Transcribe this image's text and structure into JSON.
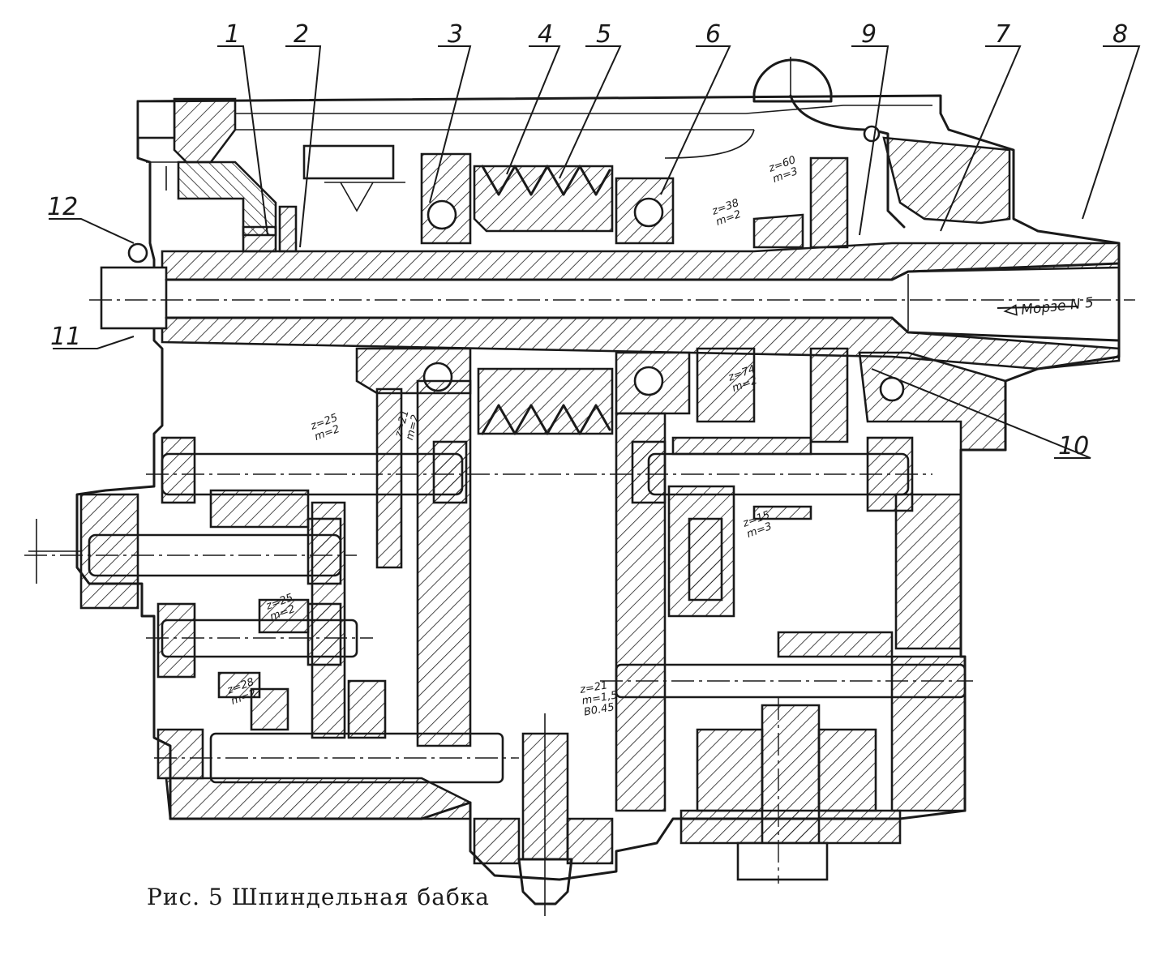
{
  "caption": "Рис. 5 Шпиндельная бабка",
  "callouts": {
    "c1": "1",
    "c2": "2",
    "c3": "3",
    "c4": "4",
    "c5": "5",
    "c6": "6",
    "c7": "7",
    "c8": "8",
    "c9": "9",
    "c10": "10",
    "c11": "11",
    "c12": "12"
  },
  "gear_specs": {
    "g60": [
      "z=60",
      "m=3"
    ],
    "g38": [
      "z=38",
      "m=2"
    ],
    "g74": [
      "z=74",
      "m=2"
    ],
    "g21a": [
      "z=21",
      "m=2"
    ],
    "g25a": [
      "z=25",
      "m=2"
    ],
    "g15": [
      "z=15",
      "m=3"
    ],
    "g25b": [
      "z=25",
      "m=2"
    ],
    "g28": [
      "z=28",
      "m=2"
    ],
    "g21b": [
      "z=21",
      "m=1,5",
      "B0.45"
    ]
  },
  "taper_label": "Морзе N 5"
}
